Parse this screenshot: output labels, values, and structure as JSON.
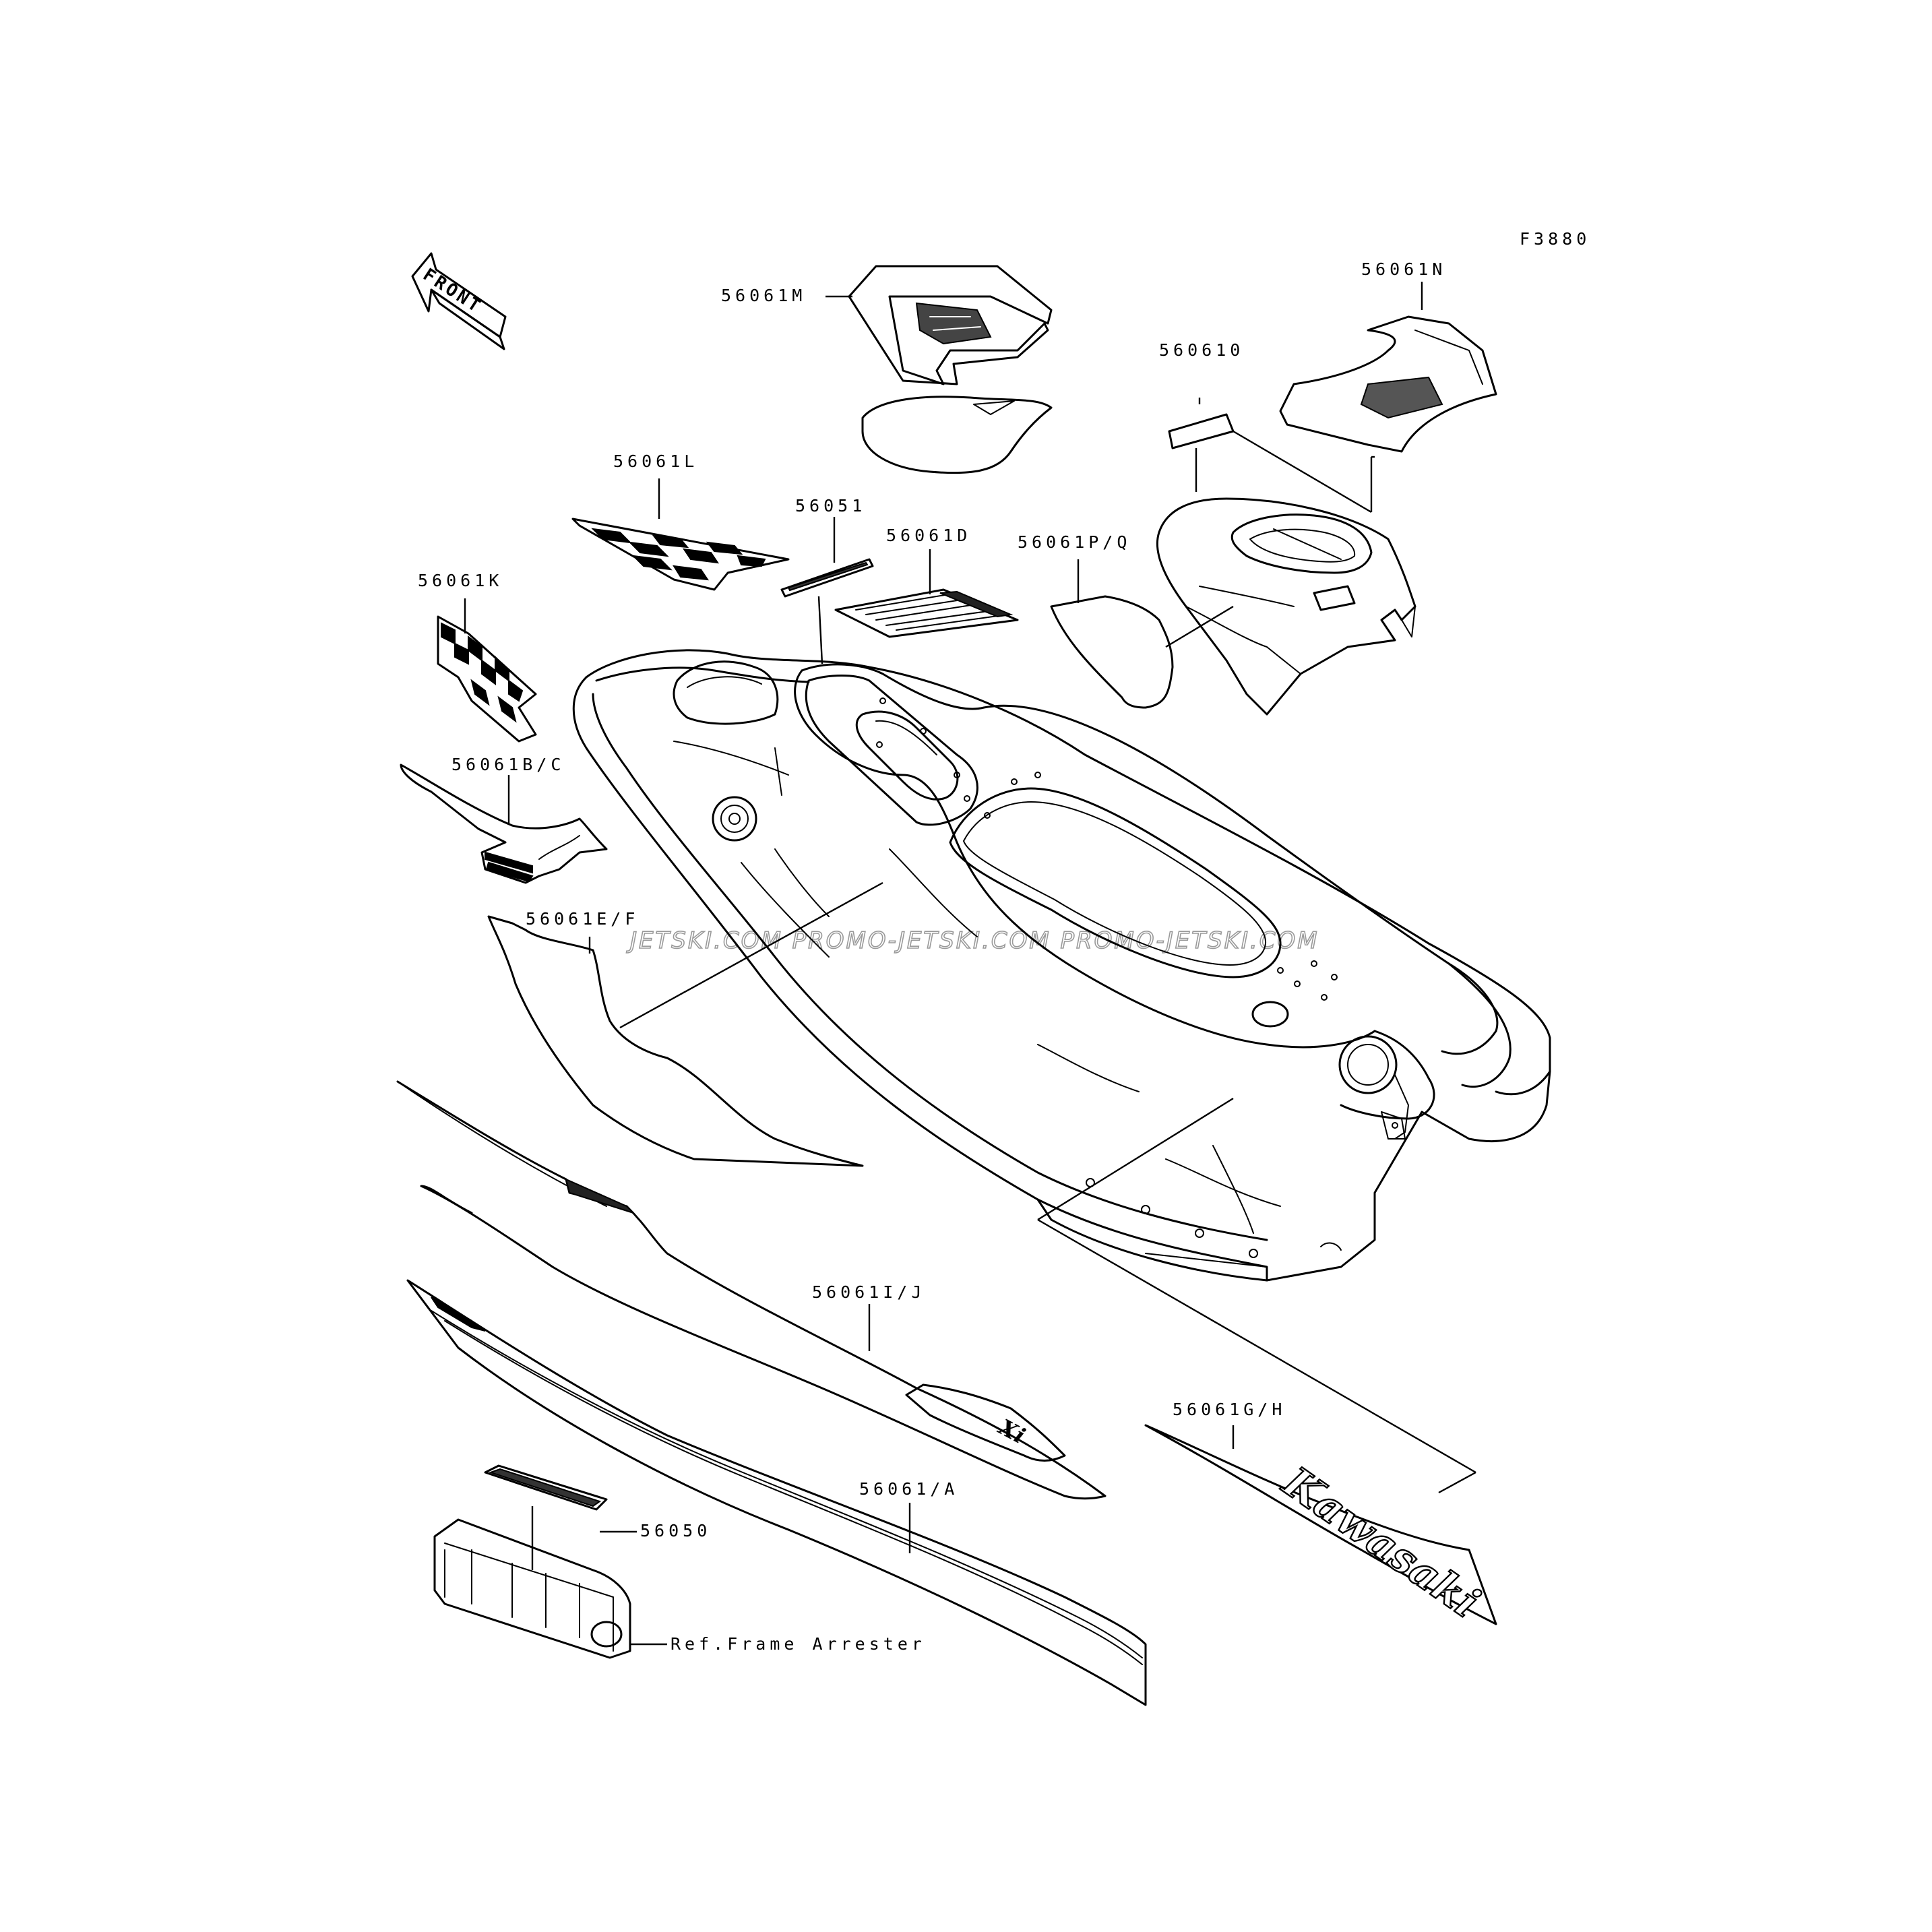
{
  "figure_code": "F3880",
  "front_arrow": "FRONT",
  "watermark": "JETSKI.COM   PROMO-JETSKI.COM   PROMO-JETSKI.COM",
  "parts": {
    "p56061M": "56061M",
    "p56061N": "56061N",
    "p560610": "560610",
    "p56061L": "56061L",
    "p56051": "56051",
    "p56061D": "56061D",
    "p56061PQ": "56061P/Q",
    "p56061K": "56061K",
    "p56061BC": "56061B/C",
    "p56061EF": "56061E/F",
    "p56061IJ": "56061I/J",
    "p56061A": "56061/A",
    "p56061GH": "56061G/H",
    "p56050": "56050"
  },
  "reference_label": "Ref.Frame Arrester",
  "decal_text": {
    "kawasaki": "Kawasaki"
  }
}
